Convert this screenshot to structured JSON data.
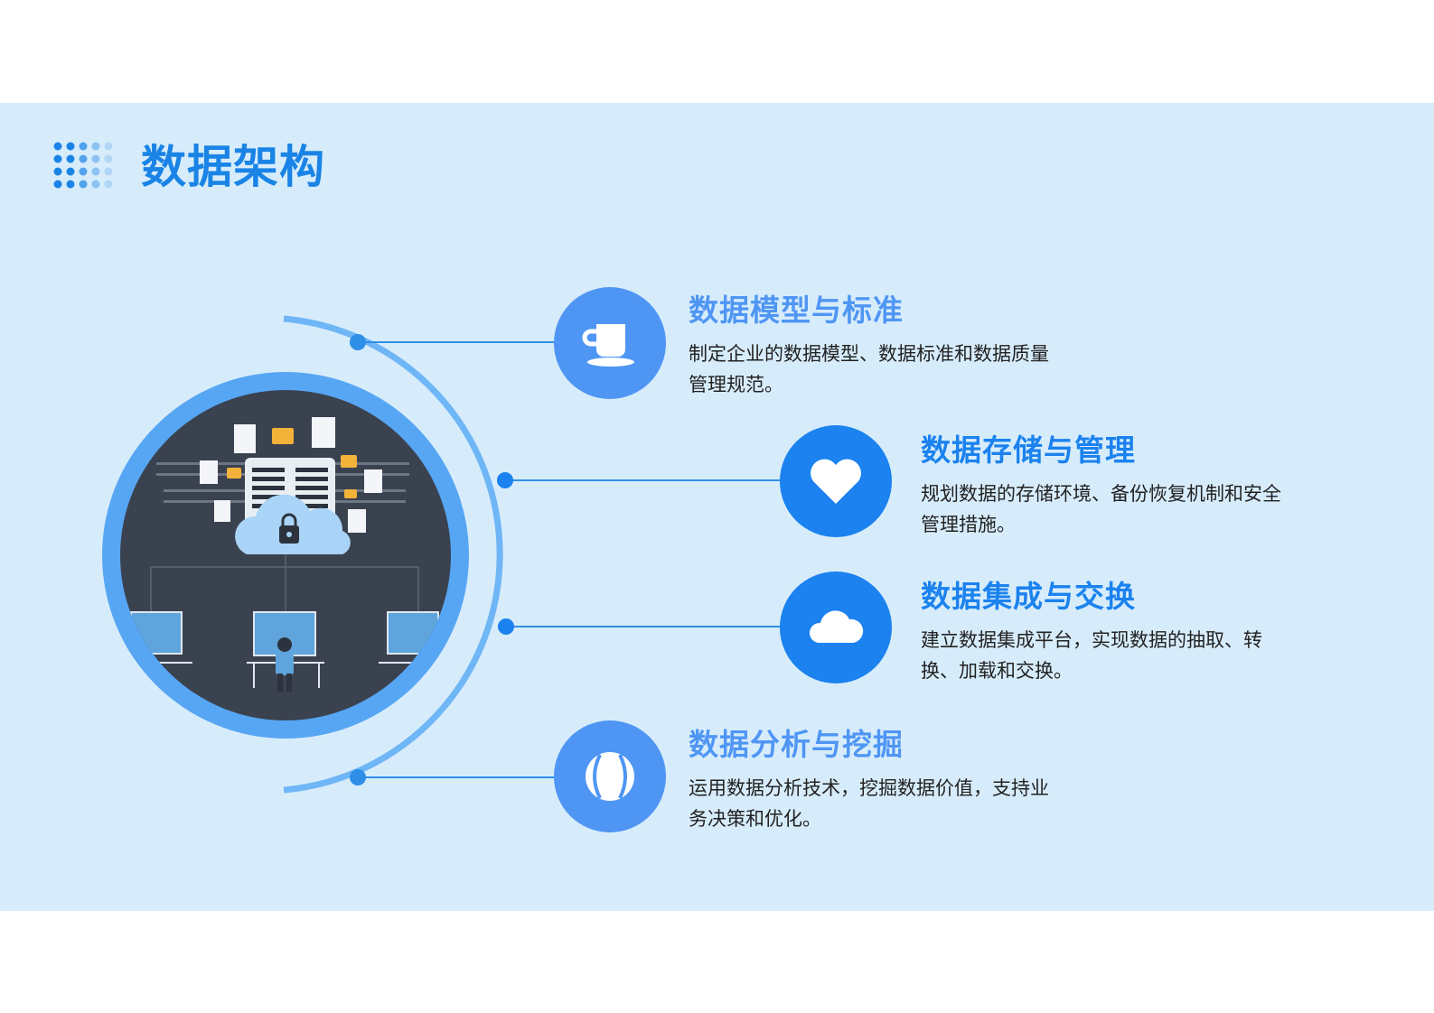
{
  "page": {
    "title": "数据架构"
  },
  "colors": {
    "band_background": "#d7ecfb",
    "title_blue": "#1a84e6",
    "light_blue": "#4f96f4",
    "strong_blue": "#1b82ef",
    "arc_blue": "#6fb6f6"
  },
  "items": [
    {
      "title": "数据模型与标准",
      "description": "制定企业的数据模型、数据标准和数据质量管理规范。",
      "icon": "cup-icon"
    },
    {
      "title": "数据存储与管理",
      "description": "规划数据的存储环境、备份恢复机制和安全管理措施。",
      "icon": "heart-icon"
    },
    {
      "title": "数据集成与交换",
      "description": "建立数据集成平台，实现数据的抽取、转换、加载和交换。",
      "icon": "cloud-icon"
    },
    {
      "title": "数据分析与挖掘",
      "description": "运用数据分析技术，挖掘数据价值，支持业务决策和优化。",
      "icon": "baseball-icon"
    }
  ]
}
